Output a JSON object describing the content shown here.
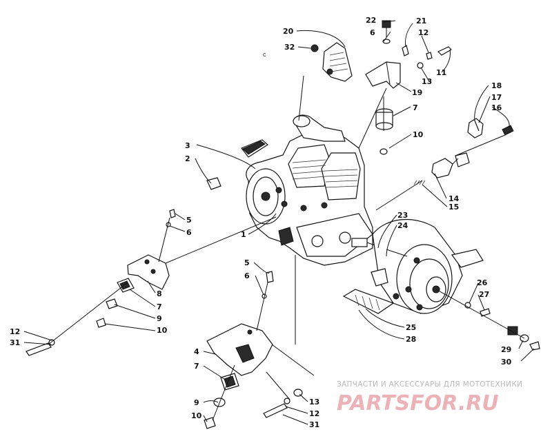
{
  "callouts": {
    "c1": "1",
    "c2": "2",
    "c3": "3",
    "c4": "4",
    "c5a": "5",
    "c5b": "5",
    "c6a": "6",
    "c6b": "6",
    "c6c": "6",
    "c7a": "7",
    "c7b": "7",
    "c7c": "7",
    "c8": "8",
    "c9a": "9",
    "c9b": "9",
    "c10a": "10",
    "c10b": "10",
    "c10c": "10",
    "c11": "11",
    "c12a": "12",
    "c12b": "12",
    "c12c": "12",
    "c13a": "13",
    "c13b": "13",
    "c14": "14",
    "c15": "15",
    "c16": "16",
    "c17": "17",
    "c18": "18",
    "c19": "19",
    "c20": "20",
    "c21": "21",
    "c22": "22",
    "c23": "23",
    "c24": "24",
    "c25": "25",
    "c26": "26",
    "c27": "27",
    "c28": "28",
    "c29": "29",
    "c30": "30",
    "c31a": "31",
    "c31b": "31",
    "c32": "32"
  },
  "watermark": {
    "tagline": "ЗАПЧАСТИ И АКСЕССУАРЫ ДЛЯ МОТОТЕХНИКИ",
    "brand": "PARTSFOR.RU",
    "brand_color": "#e0808a"
  }
}
